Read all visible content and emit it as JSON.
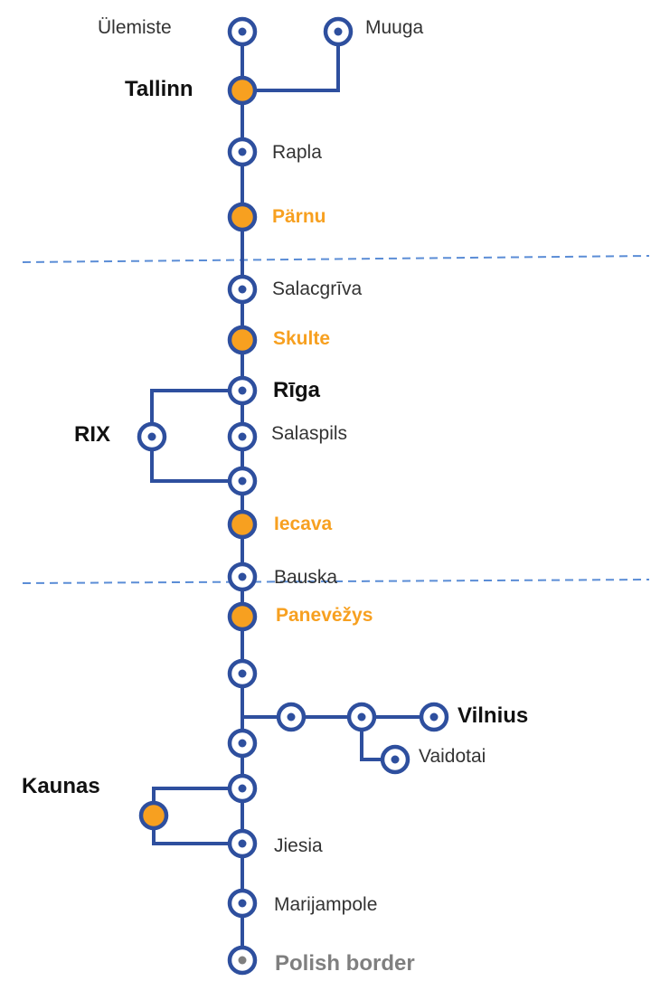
{
  "colors": {
    "line": "#2e4f9e",
    "station_fill": "#ffffff",
    "major_fill": "#f7a020",
    "border_dot": "#7f7f7f",
    "divider": "#5b8dd6",
    "regional_text": "#f7a020"
  },
  "stations": {
    "ulemiste": {
      "label": "Ülemiste",
      "kind": "normal"
    },
    "muuga": {
      "label": "Muuga",
      "kind": "normal"
    },
    "tallinn": {
      "label": "Tallinn",
      "kind": "major"
    },
    "rapla": {
      "label": "Rapla",
      "kind": "normal"
    },
    "parnu": {
      "label": "Pärnu",
      "kind": "regional"
    },
    "salacgriva": {
      "label": "Salacgrīva",
      "kind": "normal"
    },
    "skulte": {
      "label": "Skulte",
      "kind": "regional"
    },
    "riga": {
      "label": "Rīga",
      "kind": "major"
    },
    "rix": {
      "label": "RIX",
      "kind": "major"
    },
    "salaspils": {
      "label": "Salaspils",
      "kind": "normal"
    },
    "iecava": {
      "label": "Iecava",
      "kind": "regional"
    },
    "bauska": {
      "label": "Bauska",
      "kind": "normal"
    },
    "panevezys": {
      "label": "Panevėžys",
      "kind": "regional"
    },
    "vilnius": {
      "label": "Vilnius",
      "kind": "major"
    },
    "vaidotai": {
      "label": "Vaidotai",
      "kind": "normal"
    },
    "kaunas": {
      "label": "Kaunas",
      "kind": "major"
    },
    "jiesia": {
      "label": "Jiesia",
      "kind": "normal"
    },
    "marijampole": {
      "label": "Marijampole",
      "kind": "normal"
    },
    "polish_border": {
      "label": "Polish border",
      "kind": "border"
    }
  }
}
